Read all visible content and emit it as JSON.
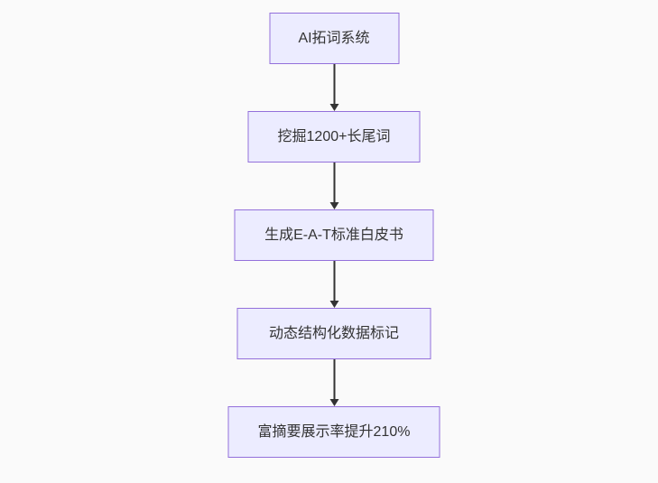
{
  "diagram": {
    "type": "flowchart",
    "direction": "top-down",
    "colors": {
      "background": "#fafafa",
      "node_fill": "#ECECFF",
      "node_border": "#9370DB",
      "text": "#333333",
      "arrow": "#333333"
    },
    "nodes": [
      {
        "label": "AI拓词系统"
      },
      {
        "label": "挖掘1200+长尾词"
      },
      {
        "label": "生成E-A-T标准白皮书"
      },
      {
        "label": "动态结构化数据标记"
      },
      {
        "label": "富摘要展示率提升210%"
      }
    ],
    "edges": [
      {
        "from": 0,
        "to": 1
      },
      {
        "from": 1,
        "to": 2
      },
      {
        "from": 2,
        "to": 3
      },
      {
        "from": 3,
        "to": 4
      }
    ]
  }
}
